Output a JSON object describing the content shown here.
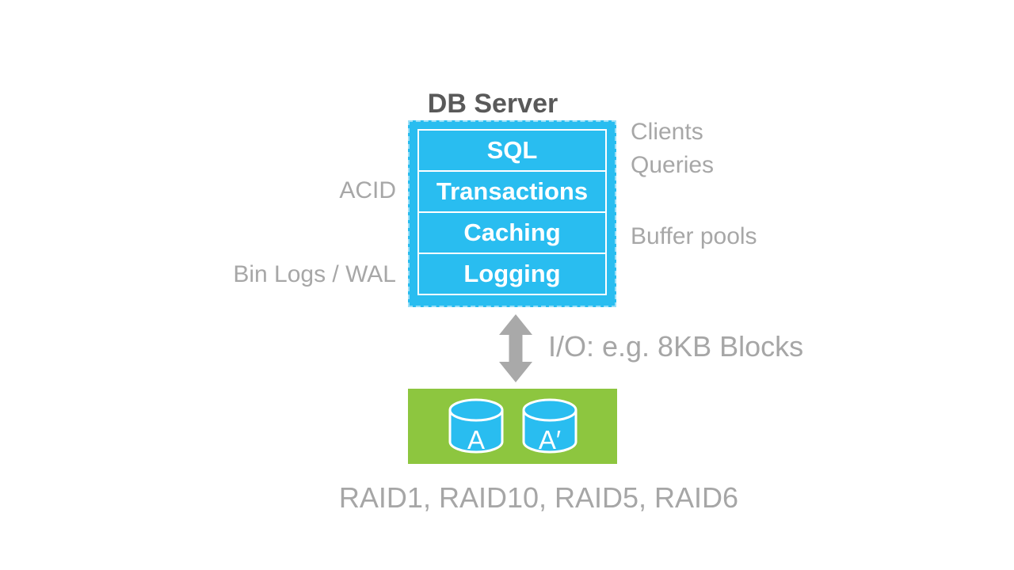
{
  "slide": {
    "title": "DB Server",
    "server": {
      "layers": [
        {
          "label": "SQL"
        },
        {
          "label": "Transactions"
        },
        {
          "label": "Caching"
        },
        {
          "label": "Logging"
        }
      ]
    },
    "annotations": {
      "left": [
        {
          "text": "ACID"
        },
        {
          "text": "Bin Logs / WAL"
        }
      ],
      "right": [
        {
          "text": "Clients"
        },
        {
          "text": "Queries"
        },
        {
          "text": "Buffer pools"
        }
      ],
      "io": "I/O: e.g. 8KB Blocks",
      "raid": "RAID1, RAID10, RAID5, RAID6"
    },
    "storage": {
      "disks": [
        {
          "label": "A"
        },
        {
          "label": "A′"
        }
      ]
    },
    "colors": {
      "server_fill": "#29BDF0",
      "server_border_dash": "#9ADFF7",
      "layer_border": "#FFFFFF",
      "storage_fill": "#8DC63F",
      "disk_fill": "#29BDF0",
      "disk_stroke": "#FFFFFF",
      "title_gray": "#595959",
      "label_gray": "#A7A7A7",
      "arrow_gray": "#A9A9A9"
    }
  }
}
